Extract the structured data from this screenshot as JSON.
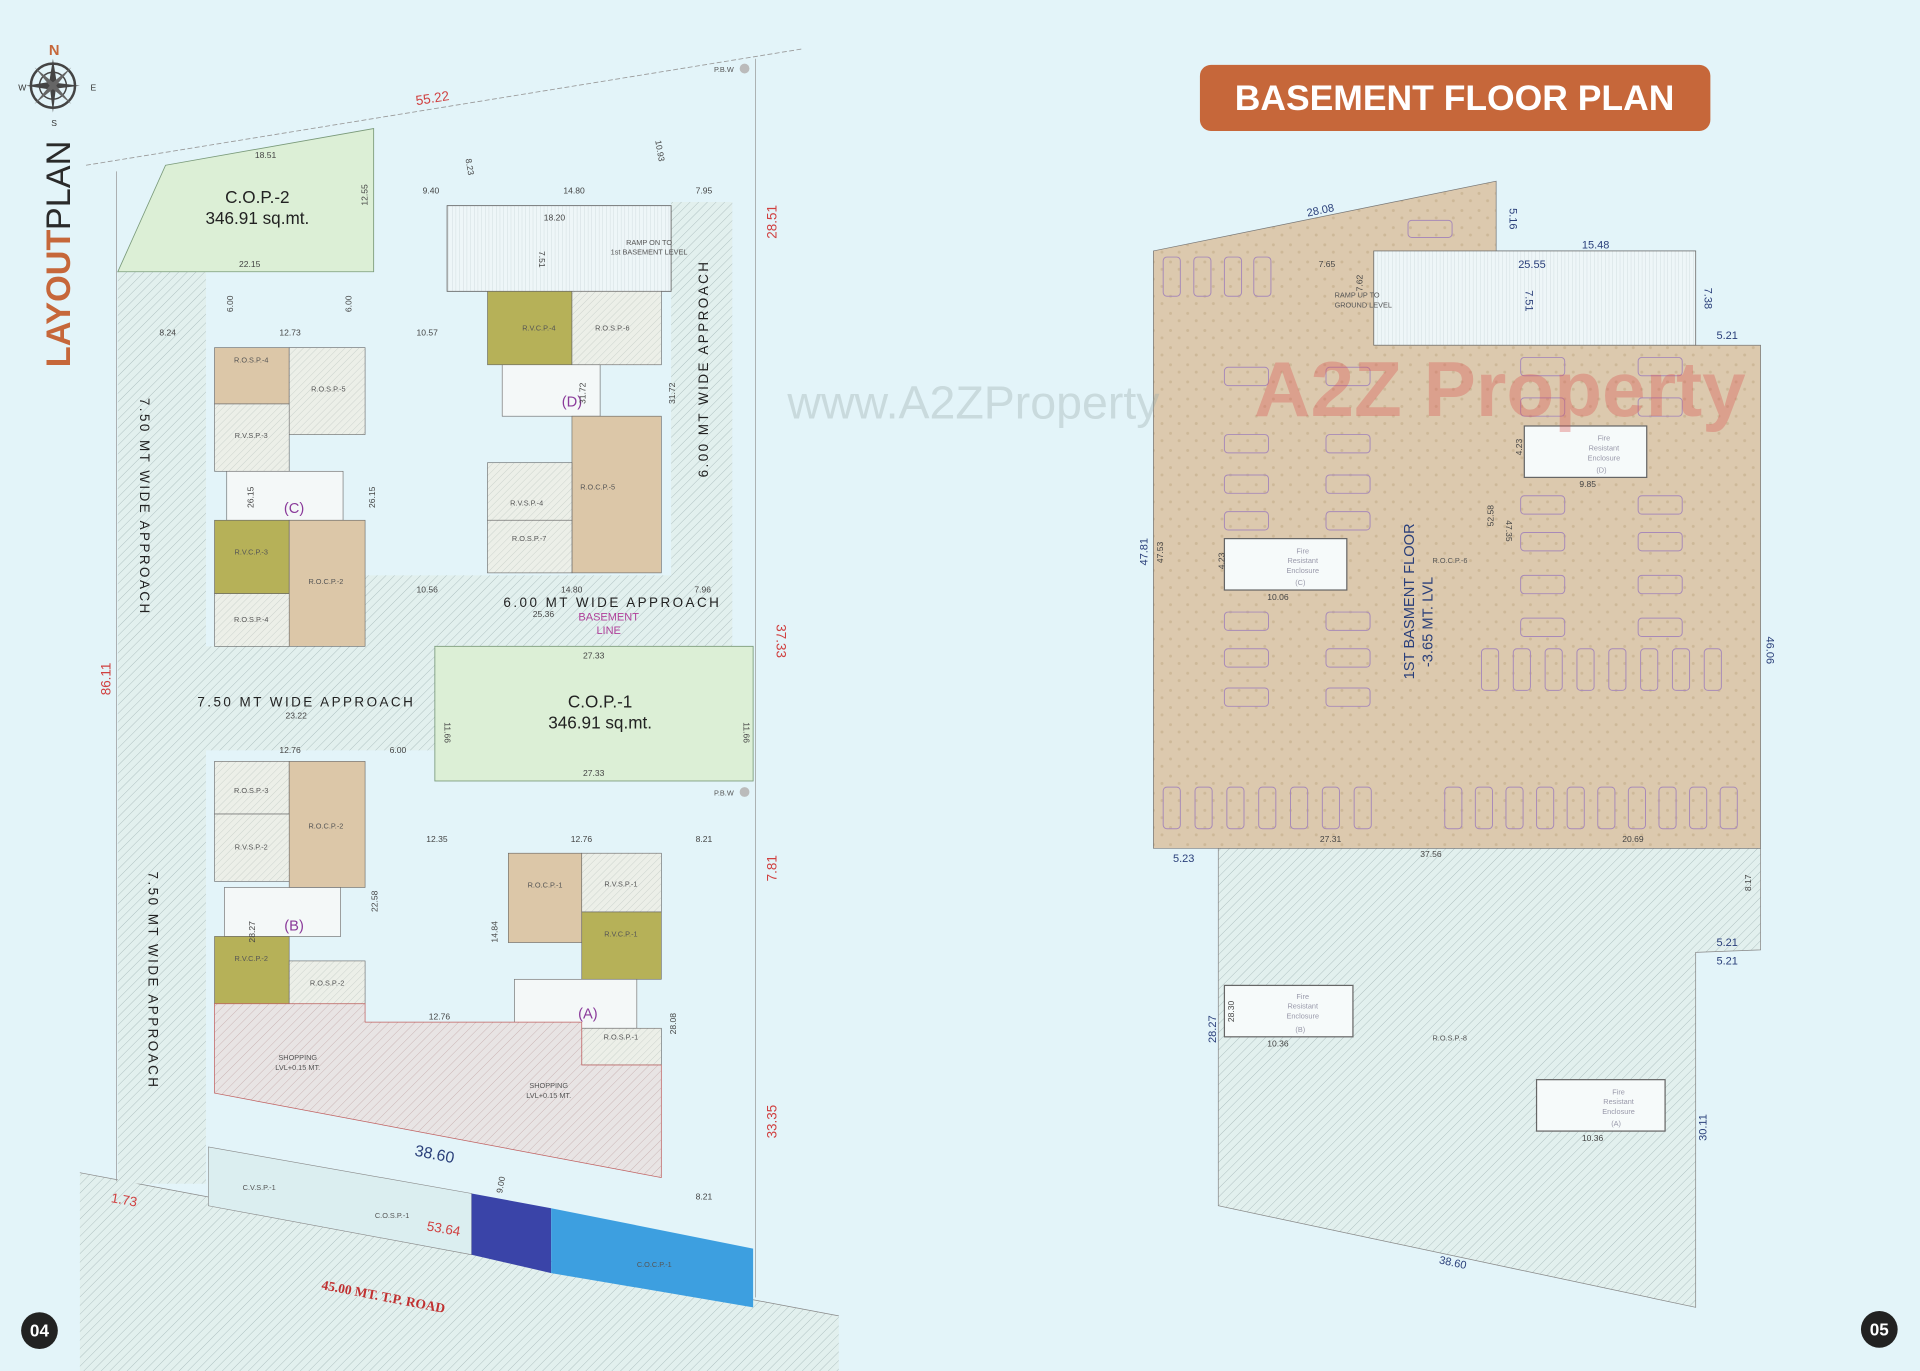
{
  "colors": {
    "background": "#e3f4f9",
    "title_banner": "#c6673a",
    "layout_title_accent": "#c6673a",
    "dimension_red": "#d04040",
    "dimension_blue": "#2a3f7a",
    "open_parking_tan": "#dcc7a8",
    "covered_parking_olive": "#b6b158",
    "common_plot_green": "#dcefd6",
    "visitor_parking_navy": "#3a44a8",
    "commercial_parking_blue": "#3d9fe0",
    "stair_label_purple": "#8a3a9a"
  },
  "compass": {
    "n": "N",
    "s": "S",
    "e": "E",
    "w": "W"
  },
  "layout_plan": {
    "title_word1": "LAYOUT",
    "title_word2": "PLAN",
    "page_number": "04",
    "pbw": "P.B.W",
    "cop2_name": "C.O.P.-2",
    "cop2_area": "346.91 sq.mt.",
    "cop1_name": "C.O.P.-1",
    "cop1_area": "346.91 sq.mt.",
    "ramp_label_1": "RAMP ON TO",
    "ramp_label_2": "1st BASEMENT LEVEL",
    "approach_750_left_top": "7.50 MT WIDE APPROACH",
    "approach_750_left_bottom": "7.50 MT WIDE APPROACH",
    "approach_750_mid": "7.50 MT WIDE APPROACH",
    "approach_600_right": "6.00 MT WIDE APPROACH",
    "approach_600_mid": "6.00 MT WIDE APPROACH",
    "basement_line_1": "BASEMENT",
    "basement_line_2": "LINE",
    "shopping_1": "SHOPPING",
    "shopping_2": "LVL+0.15 MT.",
    "road": "45.00 MT. T.P. ROAD",
    "stairs": [
      "(A)",
      "(B)",
      "(C)",
      "(D)"
    ],
    "zones": {
      "rvcp4": "R.V.C.P.-4",
      "rosp6": "R.O.S.P.-6",
      "rocp5": "R.O.C.P.-5",
      "rvsp4": "R.V.S.P.-4",
      "rosp7": "R.O.S.P.-7",
      "rosp4": "R.O.S.P.-4",
      "rosp5": "R.O.S.P.-5",
      "rvsp3": "R.V.S.P.-3",
      "rvcp3": "R.V.C.P.-3",
      "rocp2": "R.O.C.P.-2",
      "rosp4b": "R.O.S.P.-4",
      "rosp3": "R.O.S.P.-3",
      "rocp2b": "R.O.C.P.-2",
      "rvsp2": "R.V.S.P.-2",
      "rvcp2": "R.V.C.P.-2",
      "rosp2": "R.O.S.P.-2",
      "rocp1": "R.O.C.P.-1",
      "rvsp1": "R.V.S.P.-1",
      "rvcp1": "R.V.C.P.-1",
      "rosp1": "R.O.S.P.-1",
      "cvsp1": "C.V.S.P.-1",
      "cosp1": "C.O.S.P.-1",
      "cocp1": "C.O.C.P.-1"
    },
    "dims_red": [
      "55.22",
      "28.51",
      "37.33",
      "7.81",
      "33.35",
      "86.11",
      "1.73",
      "53.64"
    ],
    "dims_blue": [
      "38.60"
    ],
    "dims": [
      "18.51",
      "22.15",
      "12.55",
      "9.40",
      "14.80",
      "7.95",
      "18.20",
      "7.51",
      "8.23",
      "10.93",
      "12.73",
      "6.00",
      "6.00",
      "8.24",
      "10.57",
      "26.15",
      "26.15",
      "31.72",
      "31.72",
      "10.56",
      "14.80",
      "7.96",
      "27.33",
      "27.33",
      "11.66",
      "11.66",
      "23.22",
      "12.76",
      "6.00",
      "12.35",
      "12.76",
      "8.21",
      "22.58",
      "28.27",
      "14.84",
      "12.76",
      "28.08",
      "8.21",
      "9.00",
      "25.36"
    ]
  },
  "basement_plan": {
    "title": "BASEMENT FLOOR PLAN",
    "page_number": "05",
    "floor_label_1": "1ST BASMENT FLOOR",
    "floor_label_2": "-3.65 MT. LVL",
    "ramp_label_1": "RAMP UP TO",
    "ramp_label_2": "GROUND LEVEL",
    "rocp6": "R.O.C.P.-6",
    "rosp8": "R.O.S.P.-8",
    "enclosure_1": "Fire",
    "enclosure_2": "Resistant",
    "enclosure_3": "Enclosure",
    "stairs": [
      "(A)",
      "(B)",
      "(C)",
      "(D)"
    ],
    "dims_blue": [
      "28.08",
      "5.16",
      "15.48",
      "25.55",
      "7.51",
      "7.38",
      "5.21",
      "47.81",
      "46.06",
      "5.23",
      "5.21",
      "5.21",
      "28.27",
      "30.11",
      "38.60"
    ],
    "dims": [
      "7.65",
      "7.62",
      "47.53",
      "52.58",
      "47.35",
      "10.06",
      "9.85",
      "4.23",
      "4.23",
      "27.31",
      "20.69",
      "37.56",
      "10.36",
      "10.36",
      "28.30",
      "8.17"
    ]
  },
  "watermark": {
    "url": "www.A2ZProperty",
    "logo": "A2Z Property"
  }
}
